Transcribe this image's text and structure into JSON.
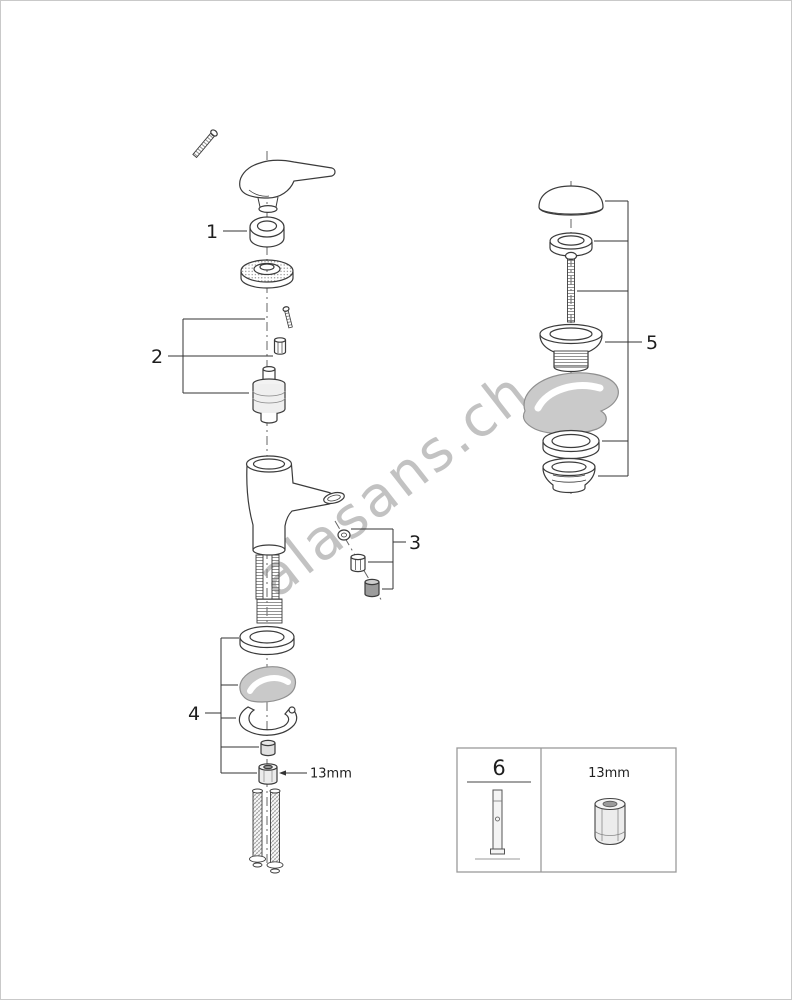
{
  "watermark": {
    "text": "alasans.ch"
  },
  "callouts": {
    "c1": "1",
    "c2": "2",
    "c3": "3",
    "c4": "4",
    "c5": "5",
    "nut_size": "13mm"
  },
  "parts_box": {
    "number": "6",
    "tool_size": "13mm"
  }
}
